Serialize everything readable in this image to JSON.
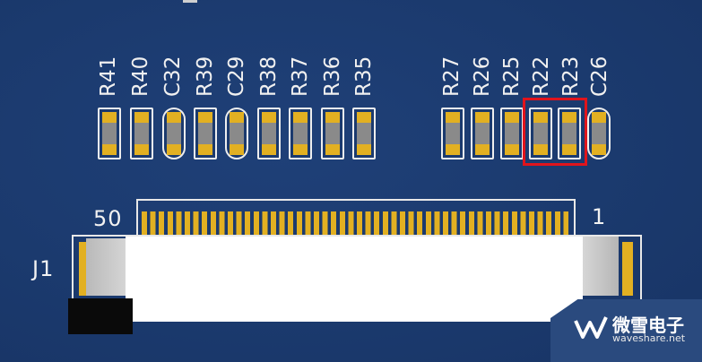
{
  "references_left": [
    "R41",
    "R40",
    "C32",
    "R39",
    "C29",
    "R38",
    "R37",
    "R36",
    "R35"
  ],
  "references_right": [
    "R27",
    "R26",
    "R25",
    "R22",
    "R23",
    "C26"
  ],
  "connector": {
    "pin_left_label": "50",
    "pin_right_label": "1",
    "designator": "J1"
  },
  "highlighted": [
    "R22",
    "R23"
  ],
  "logo": {
    "chinese": "微雪电子",
    "english": "waveshare.net"
  },
  "colors": {
    "board": "#1c3a70",
    "pad": "#e2b022",
    "silkscreen": "#f0f0f0",
    "highlight": "#e0141c"
  }
}
